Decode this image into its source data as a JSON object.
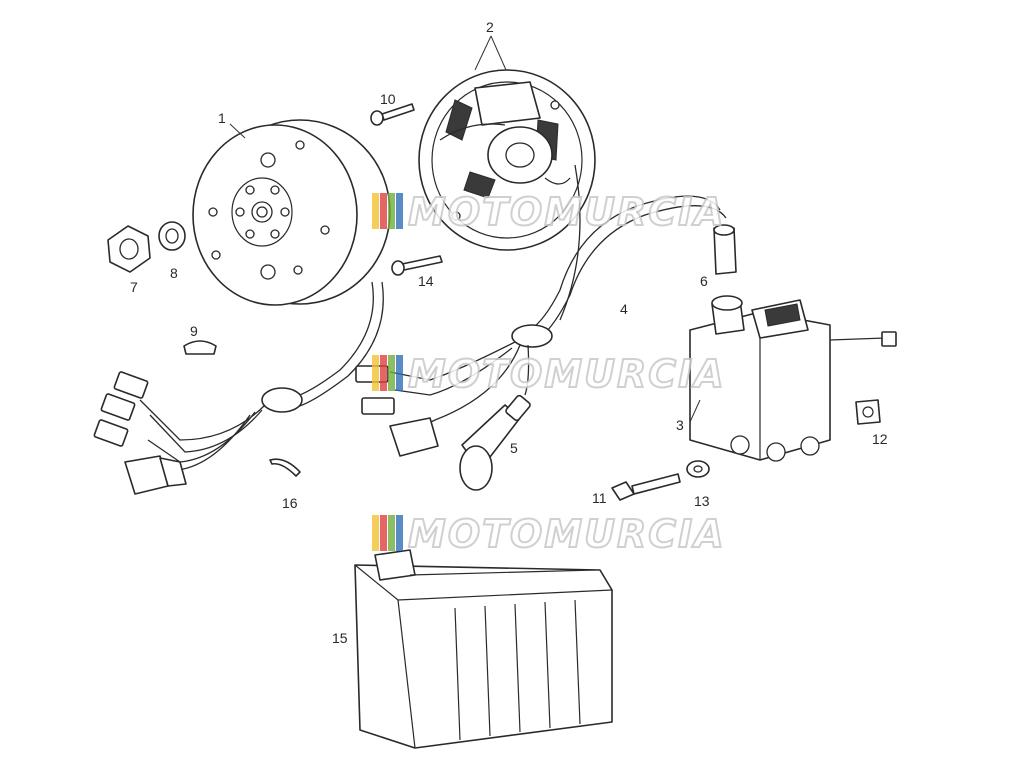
{
  "callouts": [
    {
      "id": "1",
      "label": "1"
    },
    {
      "id": "2",
      "label": "2"
    },
    {
      "id": "3",
      "label": "3"
    },
    {
      "id": "4",
      "label": "4"
    },
    {
      "id": "5",
      "label": "5"
    },
    {
      "id": "6",
      "label": "6"
    },
    {
      "id": "7",
      "label": "7"
    },
    {
      "id": "8",
      "label": "8"
    },
    {
      "id": "9",
      "label": "9"
    },
    {
      "id": "10",
      "label": "10"
    },
    {
      "id": "11",
      "label": "11"
    },
    {
      "id": "12",
      "label": "12"
    },
    {
      "id": "13",
      "label": "13"
    },
    {
      "id": "14",
      "label": "14"
    },
    {
      "id": "15",
      "label": "15"
    },
    {
      "id": "16",
      "label": "16"
    }
  ],
  "watermark": {
    "text": "MOTOMURCIA",
    "stripe_colors": [
      "#f2c230",
      "#e04040",
      "#6fae3c",
      "#2f6fb8"
    ]
  }
}
